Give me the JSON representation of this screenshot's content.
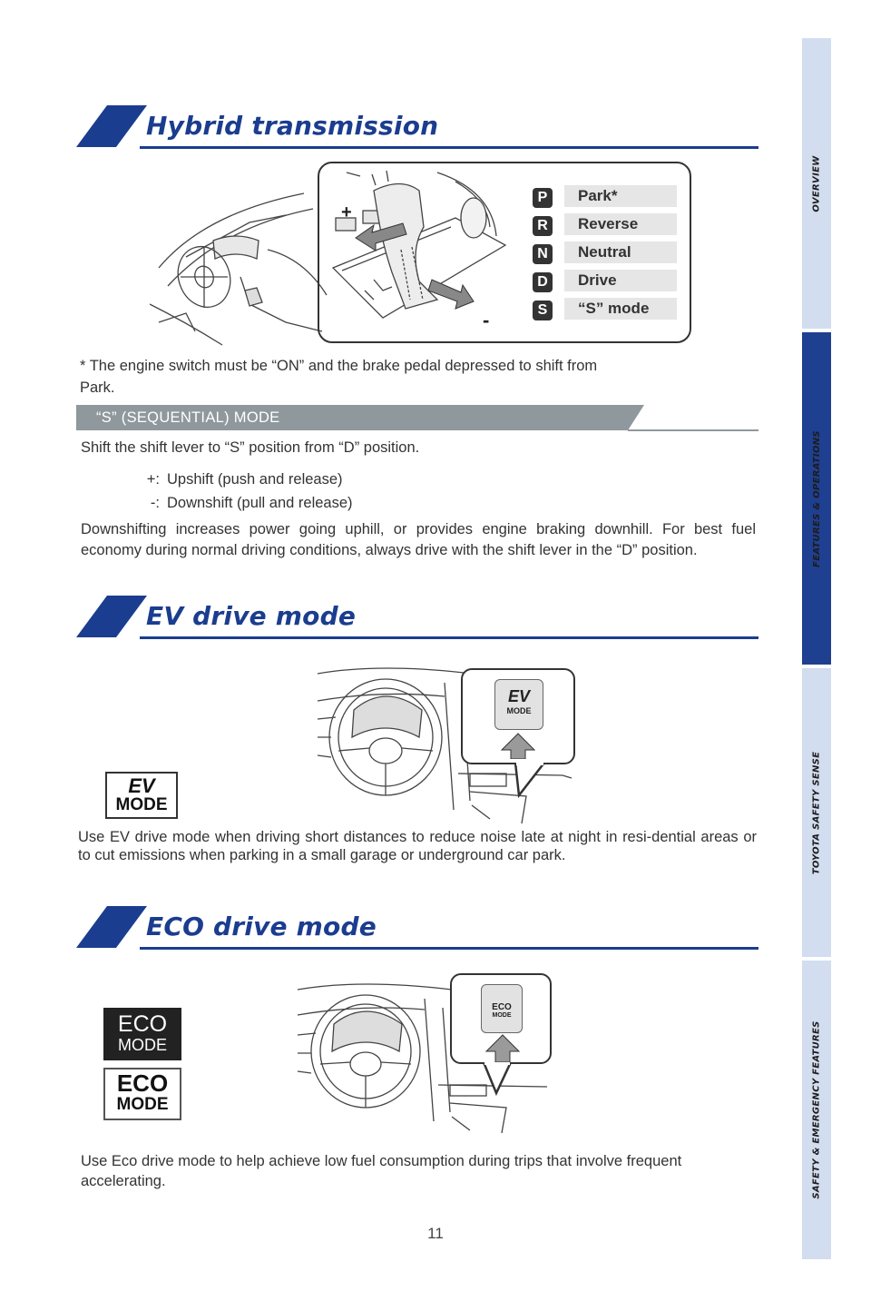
{
  "sidebar": {
    "tabs": [
      {
        "label": "OVERVIEW"
      },
      {
        "label": "FEATURES & OPERATIONS"
      },
      {
        "label": "TOYOTA SAFETY SENSE"
      },
      {
        "label": "SAFETY & EMERGENCY FEATURES"
      }
    ],
    "active_index": 1
  },
  "sections": {
    "hybrid": {
      "title": "Hybrid transmission",
      "gears": [
        {
          "letter": "P",
          "label": "Park*"
        },
        {
          "letter": "R",
          "label": "Reverse"
        },
        {
          "letter": "N",
          "label": "Neutral"
        },
        {
          "letter": "D",
          "label": "Drive"
        },
        {
          "letter": "S",
          "label": "“S” mode"
        }
      ],
      "diagram_plus": "+",
      "diagram_minus": "-",
      "footnote_line1": "* The engine switch must be “ON” and the brake pedal depressed to shift from",
      "footnote_line2": "Park.",
      "subhead": "“S” (SEQUENTIAL) MODE",
      "instruction": "Shift the shift lever to “S” position from “D” position.",
      "bullets": [
        {
          "sym": "+:",
          "text": "Upshift (push and release)"
        },
        {
          "sym": "-:",
          "text": "Downshift (pull and release)"
        }
      ],
      "paragraph": "Downshifting increases power going uphill, or provides engine braking downhill. For best fuel economy during normal driving conditions, always drive with the shift lever in the “D” position."
    },
    "ev": {
      "title": "EV drive mode",
      "button_top": "EV",
      "button_bottom": "MODE",
      "paragraph": "Use EV drive mode when driving short distances to reduce noise late at night in resi-dential areas or to cut emissions when  parking in a small garage or underground car park."
    },
    "eco": {
      "title": "ECO drive mode",
      "button_top": "ECO",
      "button_bottom": "MODE",
      "paragraph": "Use Eco drive mode to help achieve low fuel consumption during trips that involve frequent accelerating."
    }
  },
  "page_number": "11",
  "colors": {
    "brand_blue": "#1b3d8f",
    "tab_light": "#d3ddf0",
    "tab_active": "#1f3f90",
    "subhead_gray": "#8f989c"
  }
}
